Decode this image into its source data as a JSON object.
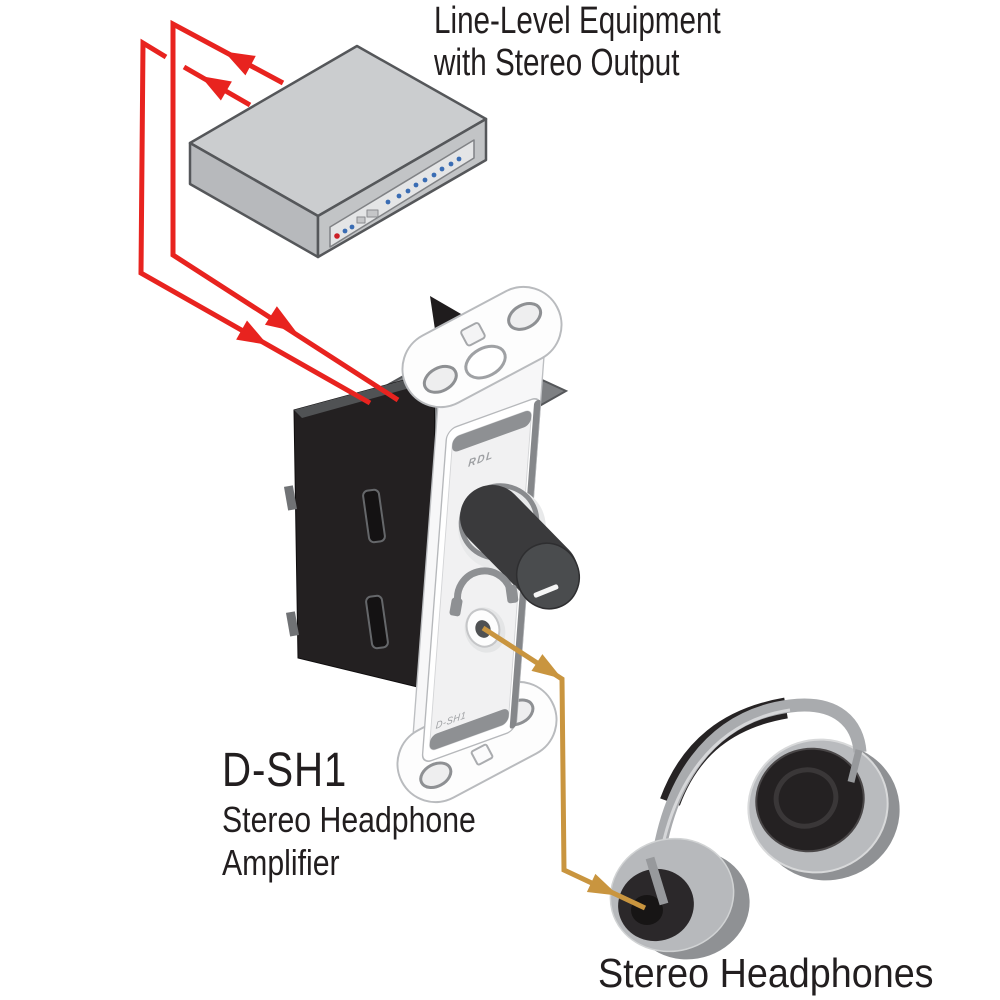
{
  "diagram": {
    "source_device": {
      "label_line1": "Line-Level Equipment",
      "label_line2": "with Stereo Output"
    },
    "amplifier": {
      "model": "D-SH1",
      "label_line1": "Stereo Headphone",
      "label_line2": "Amplifier",
      "faceplate_brand": "RDL",
      "faceplate_model": "D-SH1"
    },
    "headphones": {
      "label": "Stereo Headphones"
    },
    "connections": [
      {
        "name": "stereo-line-signal",
        "wires": 2,
        "color": "#e8231f",
        "from": "Line-Level Equipment with Stereo Output",
        "to": "D-SH1"
      },
      {
        "name": "headphone-signal",
        "wires": 1,
        "color": "#c9953f",
        "from": "D-SH1 headphone jack",
        "to": "Stereo Headphones"
      }
    ],
    "colors": {
      "signal_wire_red": "#e8231f",
      "headphone_cable_tan": "#c9953f",
      "label_text": "#221e1f",
      "equipment_gray": "#cbcdcf",
      "junction_box_black": "#232021",
      "plate_white": "#ffffff"
    }
  }
}
